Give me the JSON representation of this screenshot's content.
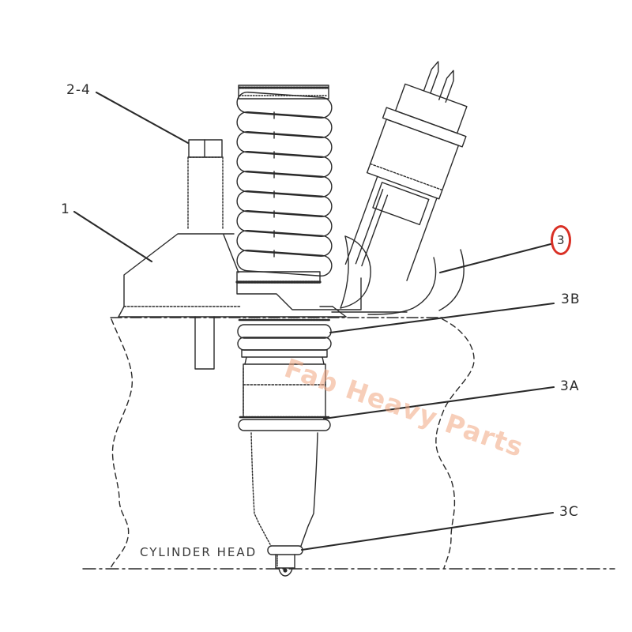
{
  "diagram": {
    "title_hidden": "",
    "labels": {
      "part_2_4": "2-4",
      "part_1": "1",
      "part_3": "3",
      "part_3b": "3B",
      "part_3a": "3A",
      "part_3c": "3C"
    },
    "caption": "CYLINDER HEAD",
    "watermark": "Fab Heavy Parts",
    "colors": {
      "background": "#ffffff",
      "line": "#2a2a2a",
      "highlight_circle": "#d93025",
      "watermark": "#f0a680"
    }
  }
}
